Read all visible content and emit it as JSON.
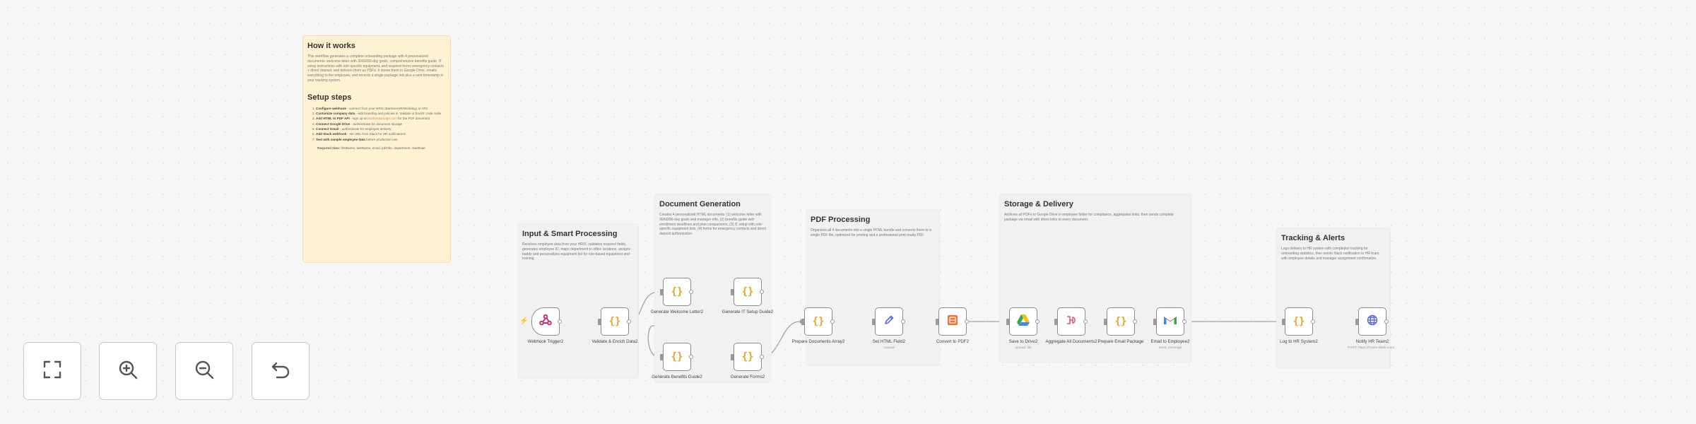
{
  "notes": {
    "how": {
      "title": "How it works",
      "body": "This workflow generates a complete onboarding package with 4 personalized documents: welcome letter with 30/60/90-day goals, comprehensive benefits guide, IT setup instructions with role-specific equipment, and required forms emergency contacts + direct deposit, and delivers them as PDFs. It stores them in Google Drive, emails everything to the employee, and records a single package link plus a sent timestamp in your tracking system."
    },
    "setup": {
      "title": "Setup steps",
      "steps": [
        {
          "bold": "Configure webhook",
          "text": " - connect from your HRIS (BambooHR/Workday) or ATS"
        },
        {
          "bold": "Customize company data",
          "text": " - edit branding and policies in 'Validate & Enrich' code node"
        },
        {
          "bold": "Add HTML to PDF API",
          "text": " - sign up at ",
          "hl": "htmlcsstoimage.com",
          "after": " for the PDF document"
        },
        {
          "bold": "Connect Google Drive",
          "text": " - authenticate for document storage"
        },
        {
          "bold": "Connect Gmail",
          "text": " - authenticate for employee delivery"
        },
        {
          "bold": "Add Slack webhook",
          "text": " - set URL from Slack for HR notifications"
        },
        {
          "bold": "Test with sample employee data",
          "text": " before production use"
        }
      ],
      "required_label": "Required data:",
      "required_text": " firstName, lastName, email, jobTitle, department, startDate"
    },
    "input": {
      "title": "Input & Smart Processing",
      "body": "Receives employee data from your HRIS, validates required fields, generates employee ID, maps department to office locations, assigns buddy and personalizes equipment list for role-based equipment and training."
    },
    "docgen": {
      "title": "Document Generation",
      "body": "Creates 4 personalized HTML documents: (1) welcome letter with 30/60/90-day goals and manager info, (2) benefits guide with enrollment deadlines and plan comparisons, (3) IT setup with role-specific equipment lists, (4) forms for emergency contacts and direct deposit authorization."
    },
    "pdf": {
      "title": "PDF Processing",
      "body": "Organizes all 4 documents into a single HTML bundle and converts them to a single PDF file, optimized for printing and a professional print-ready PDF."
    },
    "storage": {
      "title": "Storage & Delivery",
      "body": "Archives all PDFs to Google Drive in employee folder for compliance, aggregates links, then sends complete package via email with direct links to every document."
    },
    "tracking": {
      "title": "Tracking & Alerts",
      "body": "Logs delivery to HR system with completion tracking for onboarding statistics, then sends Slack notification to HR team with employee details and manager assignment confirmation."
    }
  },
  "nodes": {
    "webhook": {
      "label": "Webhook Trigger2",
      "icon": "webhook-icon"
    },
    "validate": {
      "label": "Validate & Enrich Data2",
      "icon": "code-braces-icon"
    },
    "welcome": {
      "label": "Generate Welcome Letter2",
      "icon": "code-braces-icon"
    },
    "itsetup": {
      "label": "Generate IT Setup Guide2",
      "icon": "code-braces-icon"
    },
    "benefits": {
      "label": "Generate Benefits Guide2",
      "icon": "code-braces-icon"
    },
    "forms": {
      "label": "Generate Forms2",
      "icon": "code-braces-icon"
    },
    "prepare": {
      "label": "Prepare Documents Array2",
      "icon": "code-braces-icon"
    },
    "sethtml": {
      "label": "Set HTML Field2",
      "sub": "manual",
      "icon": "pencil-icon"
    },
    "convert": {
      "label": "Convert to PDF2",
      "icon": "pdf-convert-icon"
    },
    "drive": {
      "label": "Save to Drive2",
      "sub": "upload: file",
      "icon": "google-drive-icon"
    },
    "aggregate": {
      "label": "Aggregate All Documents2",
      "icon": "aggregate-icon"
    },
    "prepemail": {
      "label": "Prepare Email Package",
      "icon": "code-braces-icon"
    },
    "gmail": {
      "label": "Email to Employee2",
      "sub": "send: message",
      "icon": "gmail-icon"
    },
    "loghr": {
      "label": "Log to HR System2",
      "icon": "code-braces-icon"
    },
    "notify": {
      "label": "Notify HR Team2",
      "sub": "POST: https://hooks.slack.com/...",
      "icon": "globe-icon"
    }
  },
  "controls": {
    "fit": "fit-view-icon",
    "zoom_in": "zoom-in-icon",
    "zoom_out": "zoom-out-icon",
    "reset": "reset-zoom-icon"
  },
  "colors": {
    "canvas": "#f6f6f6",
    "sticky_yellow": "#fff2d2",
    "sticky_grey": "#f1f1f1",
    "code_orange": "#f0a31a",
    "webhook_pink": "#c8347a",
    "gdrive_blue": "#4285f4",
    "gmail_red": "#ea4335",
    "pdf_orange": "#ff6d2d"
  }
}
